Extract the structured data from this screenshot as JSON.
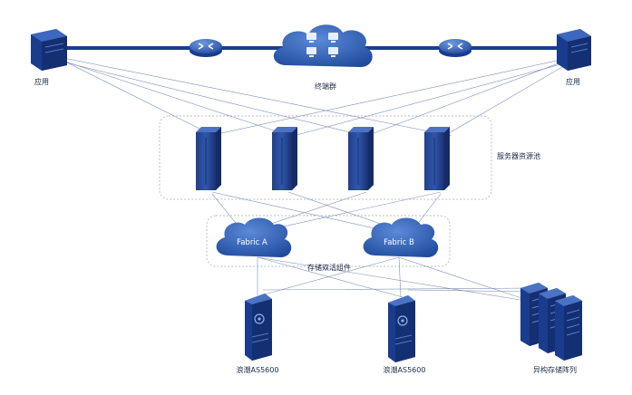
{
  "labels": {
    "app_left": "应用",
    "app_right": "应用",
    "terminal_group": "终端群",
    "server_pool": "服务器资源池",
    "fabric_a": "Fabric A",
    "fabric_b": "Fabric B",
    "storage_active_active": "存储双活组件",
    "storage_1": "浪潮AS5600",
    "storage_2": "浪潮AS5600",
    "heterogeneous_array": "异构存储阵列"
  },
  "colors": {
    "primary": "#1a3c8f",
    "cloud": "#2d5fb5",
    "link": "#7f90b4",
    "zone_border": "#b9bec8"
  }
}
